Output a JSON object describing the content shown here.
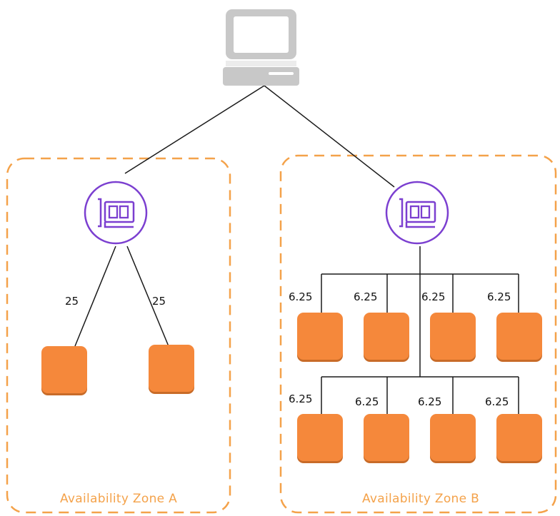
{
  "colors": {
    "zone_border": "#f4a24a",
    "zone_label": "#f4a24a",
    "load_balancer": "#7b3fd0",
    "instance": "#f5883b",
    "instance_shadow": "#c86b28",
    "client": "#c8c8c8",
    "line": "#1a1a1a"
  },
  "icons": {
    "client": "desktop-computer-icon",
    "load_balancer": "load-balancer-icon",
    "instance": "ec2-instance-icon"
  },
  "zones": [
    {
      "id": "a",
      "label": "Availability Zone A",
      "weights": [
        "25",
        "25"
      ]
    },
    {
      "id": "b",
      "label": "Availability Zone B",
      "weights": [
        "6.25",
        "6.25",
        "6.25",
        "6.25",
        "6.25",
        "6.25",
        "6.25",
        "6.25"
      ]
    }
  ]
}
